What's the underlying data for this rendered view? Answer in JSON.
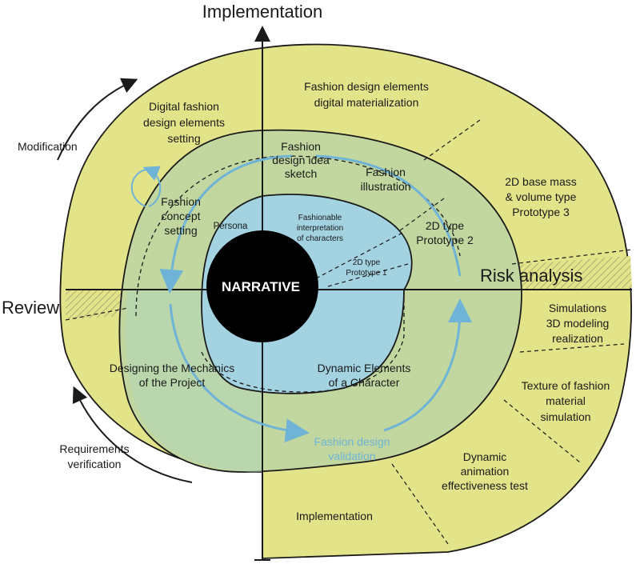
{
  "axes": {
    "top": "Implementation",
    "left": "Review",
    "right": "Risk  analysis"
  },
  "arrows": {
    "modification": "Modification",
    "requirements": [
      "Requirements",
      "verification"
    ]
  },
  "center": "NARRATIVE",
  "inner": {
    "persona": "Persona",
    "fashionable": [
      "Fashionable",
      "interpretation",
      "of characters"
    ],
    "prototype1": [
      "2D type",
      "Prototype 1"
    ]
  },
  "middle": {
    "idea_sketch": [
      "Fashion",
      "design idea",
      "sketch"
    ],
    "illustration": [
      "Fashion",
      "illustration"
    ],
    "concept": [
      "Fashion",
      "concept",
      "setting"
    ],
    "prototype2": [
      "2D type",
      "Prototype 2"
    ],
    "mechanics": [
      "Designing the Mechanics",
      "of the Project"
    ],
    "dynamic": [
      "Dynamic Elements",
      "of a Character"
    ],
    "validation": [
      "Fashion design",
      "validation"
    ]
  },
  "outer": {
    "digital_setting": [
      "Digital fashion",
      "design elements",
      "setting"
    ],
    "materialization": [
      "Fashion  design elements",
      "digital materialization"
    ],
    "prototype3": [
      "2D base  mass",
      "& volume type",
      "Prototype 3"
    ],
    "simulations": [
      "Simulations",
      "3D modeling",
      "realization"
    ],
    "texture": [
      "Texture of fashion",
      "material",
      "simulation"
    ],
    "animation": [
      "Dynamic",
      "animation",
      "effectiveness test"
    ],
    "implementation": "Implementation"
  },
  "colors": {
    "outer_fill": "#e3e38a",
    "middle_fill": "#c2d79f",
    "inner_fill": "#a3d2e1",
    "center_fill": "#000000",
    "arrow_blue": "#6fb3d6",
    "line": "#1a1a1a"
  }
}
